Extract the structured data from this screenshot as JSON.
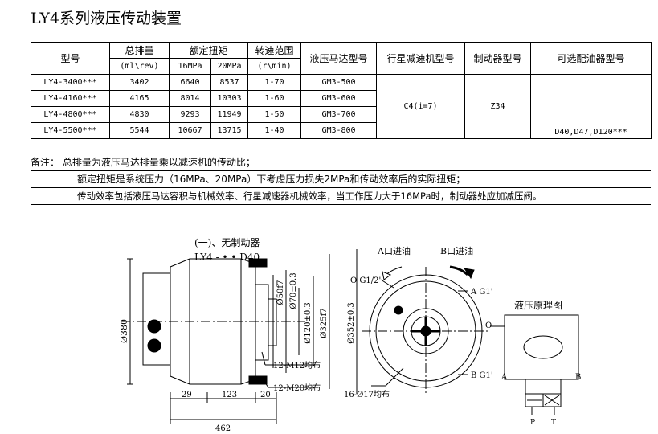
{
  "title": "LY4系列液压传动装置",
  "table": {
    "headers": {
      "model": "型号",
      "displacement": "总排量",
      "displacement_unit": "(ml\\rev)",
      "torque": "额定扭矩",
      "torque_16": "16MPa",
      "torque_20": "20MPa",
      "speed": "转速范围",
      "speed_unit": "(r\\min)",
      "motor": "液压马达型号",
      "reducer": "行星减速机型号",
      "brake": "制动器型号",
      "adapter": "可选配油器型号"
    },
    "rows": [
      {
        "model": "LY4-3400***",
        "disp": "3402",
        "t16": "6640",
        "t20": "8537",
        "speed": "1-70",
        "motor": "GM3-500"
      },
      {
        "model": "LY4-4160***",
        "disp": "4165",
        "t16": "8014",
        "t20": "10303",
        "speed": "1-60",
        "motor": "GM3-600"
      },
      {
        "model": "LY4-4800***",
        "disp": "4830",
        "t16": "9293",
        "t20": "11949",
        "speed": "1-50",
        "motor": "GM3-700"
      },
      {
        "model": "LY4-5500***",
        "disp": "5544",
        "t16": "10667",
        "t20": "13715",
        "speed": "1-40",
        "motor": "GM3-800"
      }
    ],
    "reducer_value": "C4(i=7)",
    "brake_value": "Z34",
    "adapter_value": "D40,D47,D120***"
  },
  "notes": {
    "label": "备注：",
    "line1": "总排量为液压马达排量乘以减速机的传动比；",
    "line2": "额定扭矩是系统压力（16MPa、20MPa）下考虑压力损失2MPa和传动效率后的实际扭矩；",
    "line3": "传动效率包括液压马达容积与机械效率、行星减速器机械效率，当工作压力大于16MPa时，制动器处应加减压阀。"
  },
  "drawing": {
    "caption1": "(一)、无制动器",
    "caption2": "LY4 - • • D40",
    "dims": {
      "d380": "Ø380",
      "d50": "Ø50f7",
      "d70": "Ø70±0.3",
      "d120": "Ø120±0.3",
      "d325": "Ø325f7",
      "d352": "Ø352±0.3",
      "bolt12": "12-M12均布",
      "bolt12b": "12-M20均布",
      "l29": "29",
      "l123": "123",
      "l20": "20",
      "l462": "462",
      "holes": "16-Ø17均布"
    },
    "ports": {
      "a_in": "A口进油",
      "b_in": "B口进油",
      "o_port": "O G1/2'",
      "a_port": "A G1'",
      "b_port": "B G1'"
    },
    "schematic": {
      "title": "液压原理图",
      "o": "O",
      "a": "A",
      "b": "B",
      "p": "P",
      "t": "T"
    }
  }
}
